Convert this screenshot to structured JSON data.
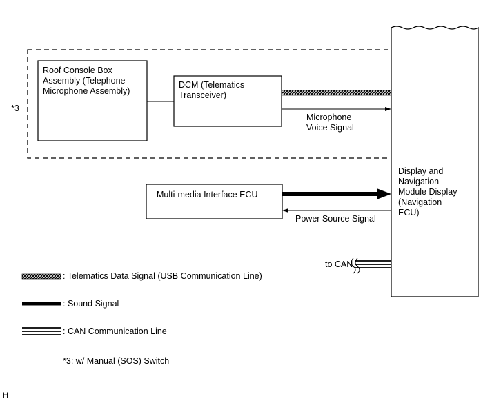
{
  "blocks": {
    "roof_console": "Roof Console Box\nAssembly (Telephone\nMicrophone Assembly)",
    "dcm": "DCM (Telematics\nTransceiver)",
    "mmi": "Multi-media Interface ECU",
    "display": "Display and\nNavigation\nModule Display\n(Navigation\nECU)"
  },
  "signals": {
    "mic_voice": "Microphone\nVoice Signal",
    "power_source": "Power Source Signal",
    "to_can": "to CAN"
  },
  "region_tag": "*3",
  "legend": [
    {
      "pattern": "hatched",
      "label": ": Telematics Data Signal (USB Communication Line)"
    },
    {
      "pattern": "thick",
      "label": ": Sound Signal"
    },
    {
      "pattern": "double",
      "label": ": CAN Communication Line"
    }
  ],
  "footnote": "*3: w/ Manual (SOS) Switch",
  "corner_mark": "H"
}
